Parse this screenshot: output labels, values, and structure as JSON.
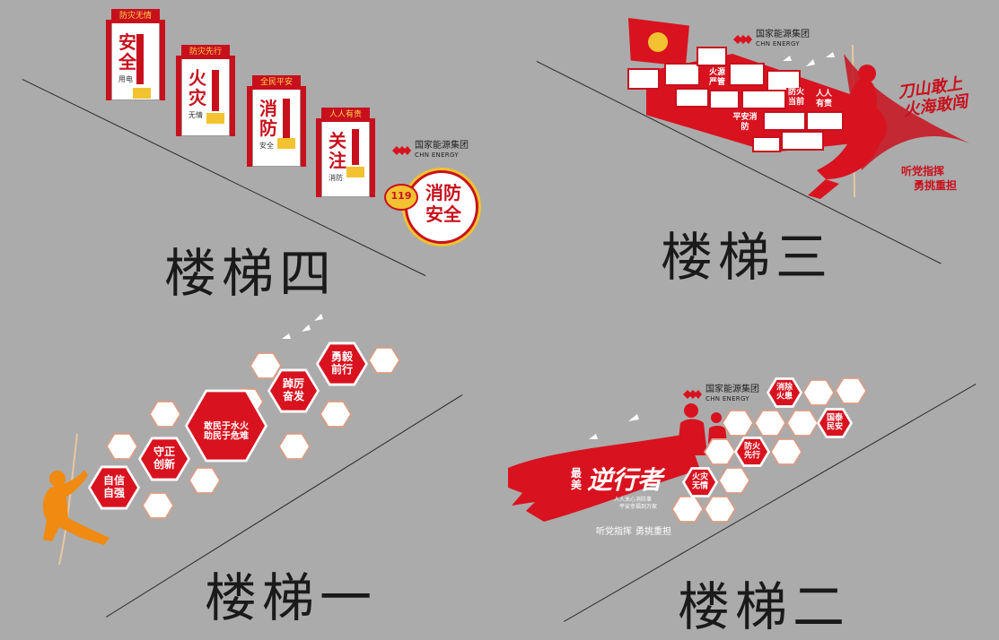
{
  "labels": {
    "stair1": "楼梯一",
    "stair2": "楼梯二",
    "stair3": "楼梯三",
    "stair4": "楼梯四"
  },
  "brand": {
    "cn": "国家能源集团",
    "en": "CHN ENERGY",
    "red": "#d9121f",
    "gold": "#f2c230"
  },
  "stair4": {
    "cards": [
      {
        "tag": "防灾无情",
        "big": "安全",
        "small": "用电"
      },
      {
        "tag": "防灾先行",
        "big": "火灾",
        "small": "无情"
      },
      {
        "tag": "全民平安",
        "big": "消防",
        "small": "安全"
      },
      {
        "tag": "人人有责",
        "big": "关注",
        "small": "消防"
      }
    ],
    "badge_number": "119",
    "badge_text": "消防安全"
  },
  "stair3": {
    "slogans": [
      "火源严管",
      "防火当前",
      "人人有责",
      "平安消防"
    ],
    "calligraphy_1": "刀山敢上",
    "calligraphy_2": "火海敢闯",
    "footer_1": "听党指挥",
    "footer_2": "勇挑重担"
  },
  "stair1": {
    "hexes": [
      "自信自强",
      "守正创新",
      "踔厉奋发",
      "勇毅前行"
    ],
    "center_1": "敢民于水火",
    "center_2": "助民于危难"
  },
  "stair2": {
    "banner_small": "最美",
    "banner_big": "逆行者",
    "banner_sub1": "人人关心消防事",
    "banner_sub2": "平安幸福到万家",
    "hexes": [
      "消除火患",
      "国泰民安",
      "防火先行",
      "火灾无情"
    ],
    "footer_1": "听党指挥",
    "footer_2": "勇挑重担"
  }
}
